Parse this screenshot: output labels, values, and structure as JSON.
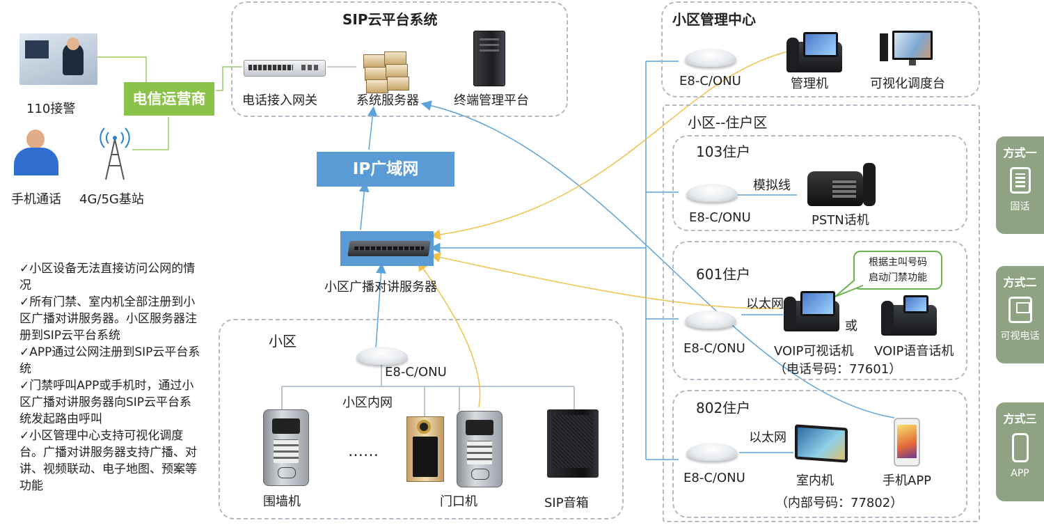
{
  "colors": {
    "telecom_green": "#8bc34a",
    "wan_blue": "#5b9bd5",
    "dash_border": "#b3b9c2",
    "link_blue": "#5aa2d8",
    "link_yellow": "#f0c24b",
    "tab_green": "#8fa383",
    "bubble_green": "#6ab04c"
  },
  "left": {
    "alarm_label": "110接警",
    "mobile_label": "手机通话",
    "basestation_label": "4G/5G基站",
    "carrier_label": "电信运营商"
  },
  "sip_cloud": {
    "title": "SIP云平台系统",
    "gateway_label": "电话接入网关",
    "server_label": "系统服务器",
    "terminal_label": "终端管理平台"
  },
  "wan": {
    "label": "IP广域网"
  },
  "broadcast_server": {
    "label": "小区广播对讲服务器"
  },
  "community": {
    "title": "小区",
    "onu_label": "E8-C/ONU",
    "lan_label": "小区内网",
    "ellipsis": "……",
    "wall_label": "围墙机",
    "door_label": "门口机",
    "speaker_label": "SIP音箱"
  },
  "notes": [
    "✓小区设备无法直接访问公网的情况",
    "✓所有门禁、室内机全部注册到小区广播对讲服务器。小区服务器注册到SIP云平台系统",
    "✓APP通过公网注册到SIP云平台系统",
    "✓门禁呼叫APP或手机时，通过小区广播对讲服务器向SIP云平台系统发起路由呼叫",
    "✓小区管理中心支持可视化调度台。广播对讲服务器支持广播、对讲、视频联动、电子地图、预案等功能"
  ],
  "mgmt_center": {
    "title": "小区管理中心",
    "onu_label": "E8-C/ONU",
    "manager_label": "管理机",
    "console_label": "可视化调度台"
  },
  "residence": {
    "title": "小区--住户区",
    "r103": {
      "title": "103住户",
      "onu_label": "E8-C/ONU",
      "link_label": "模拟线",
      "phone_label": "PSTN话机"
    },
    "r601": {
      "title": "601住户",
      "bubble_line1": "根据主叫号码",
      "bubble_line2": "启动门禁功能",
      "link_label": "以太网",
      "or_label": "或",
      "onu_label": "E8-C/ONU",
      "video_phone_label": "VOIP可视话机",
      "voice_phone_label": "VOIP语音话机",
      "number_label": "（电话号码：77601）"
    },
    "r802": {
      "title": "802住户",
      "link_label": "以太网",
      "onu_label": "E8-C/ONU",
      "indoor_label": "室内机",
      "app_label": "手机APP",
      "number_label": "（内部号码：77802）"
    }
  },
  "modes": [
    {
      "title": "方式一",
      "sub": "固话",
      "icon": "landline-icon"
    },
    {
      "title": "方式二",
      "sub": "可视电话",
      "icon": "video-phone-icon"
    },
    {
      "title": "方式三",
      "sub": "APP",
      "icon": "smartphone-icon"
    }
  ]
}
